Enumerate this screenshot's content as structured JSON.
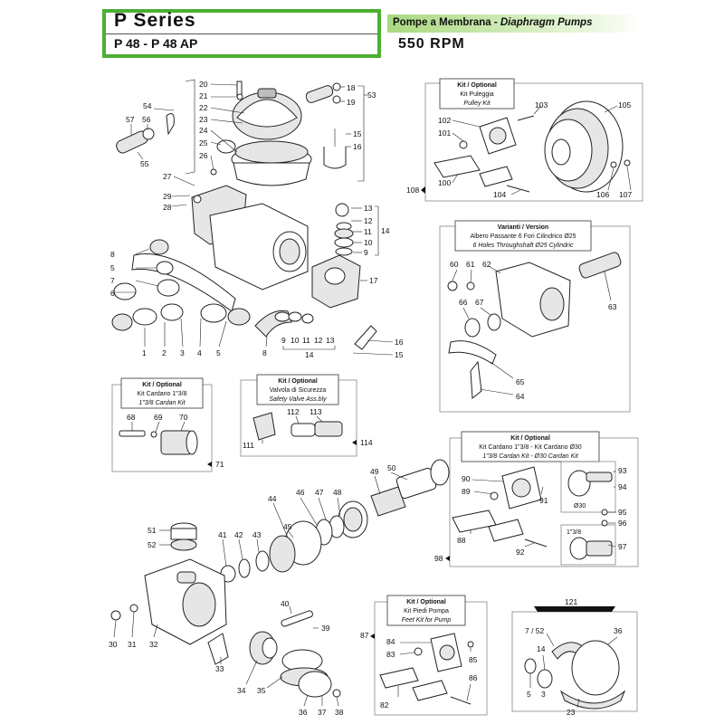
{
  "header": {
    "series": "P  Series",
    "model": "P 48 - P 48 AP",
    "pump_type_it": "Pompe a Membrana - ",
    "pump_type_en": "Diaphragm Pumps",
    "rpm": "550 RPM"
  },
  "kits": {
    "pulley": {
      "k": "Kit / Optional",
      "a": "Kit Puleggia",
      "b": "Pulley Kit"
    },
    "version": {
      "k": "Varianti  /  Version",
      "a": "Albero Passante 6 Fori Cilindrico Ø25",
      "b": "6 Holes Throughshaft Ø25 Cylindric"
    },
    "cardan1": {
      "k": "Kit / Optional",
      "a": "Kit Cardano 1\"3/8",
      "b": "1\"3/8 Cardan Kit"
    },
    "valve": {
      "k": "Kit / Optional",
      "a": "Valvola di Sicurezza",
      "b": "Safety Valve Ass.bly"
    },
    "cardan2": {
      "k": "Kit / Optional",
      "a": "Kit Cardano 1\"3/8  -  Kit Cardano Ø30",
      "b": "1\"3/8 Cardan Kit  -  Ø30 Cardan Kit",
      "o30": "Ø30",
      "o138": "1\"3/8"
    },
    "feet": {
      "k": "Kit / Optional",
      "a": "Kit Piedi Pompa",
      "b": "Feet Kit for Pump"
    },
    "repair": {
      "n": "121"
    }
  },
  "labels": {
    "l20": "20",
    "l21": "21",
    "l22": "22",
    "l23": "23",
    "l24": "24",
    "l25": "25",
    "l26": "26",
    "l18": "18",
    "l19": "19",
    "l53": "53",
    "l54": "54",
    "l57": "57",
    "l56": "56",
    "l55": "55",
    "l15a": "15",
    "l16a": "16",
    "l27": "27",
    "l29": "29",
    "l28": "28",
    "l13a": "13",
    "l12a": "12",
    "l11a": "11",
    "l10a": "10",
    "l9a": "9",
    "l14a": "14",
    "l17": "17",
    "l8a": "8",
    "l5a": "5",
    "l7a": "7",
    "l6a": "6",
    "l1": "1",
    "l2": "2",
    "l3": "3",
    "l4": "4",
    "l5b": "5",
    "l8b": "8",
    "l9b": "9",
    "l10b": "10",
    "l11b": "11",
    "l12b": "12",
    "l13b": "13",
    "l14b": "14",
    "l16b": "16",
    "l15b": "15",
    "l102": "102",
    "l101": "101",
    "l103": "103",
    "l105": "105",
    "l100": "100",
    "l104": "104",
    "l106": "106",
    "l107": "107",
    "l108": "108",
    "l60": "60",
    "l61": "61",
    "l62": "62",
    "l66": "66",
    "l67": "67",
    "l63": "63",
    "l65": "65",
    "l64": "64",
    "l68": "68",
    "l69": "69",
    "l70": "70",
    "l71": "71",
    "l112": "112",
    "l113": "113",
    "l111": "111",
    "l114": "114",
    "l49": "49",
    "l50": "50",
    "l46": "46",
    "l47": "47",
    "l48": "48",
    "l44": "44",
    "l45": "45",
    "l41": "41",
    "l42": "42",
    "l43": "43",
    "l51": "51",
    "l52": "52",
    "l40": "40",
    "l39": "39",
    "l30": "30",
    "l31": "31",
    "l32": "32",
    "l33": "33",
    "l34": "34",
    "l35": "35",
    "l36a": "36",
    "l37": "37",
    "l38": "38",
    "l90": "90",
    "l89": "89",
    "l91": "91",
    "l93": "93",
    "l94": "94",
    "l95": "95",
    "l96": "96",
    "l88": "88",
    "l92": "92",
    "l97": "97",
    "l98": "98",
    "l84": "84",
    "l83": "83",
    "l85": "85",
    "l86": "86",
    "l82": "82",
    "l87": "87",
    "l752": "7 / 52",
    "l14c": "14",
    "l36b": "36",
    "l5c": "5",
    "l3c": "3",
    "l23c": "23"
  }
}
